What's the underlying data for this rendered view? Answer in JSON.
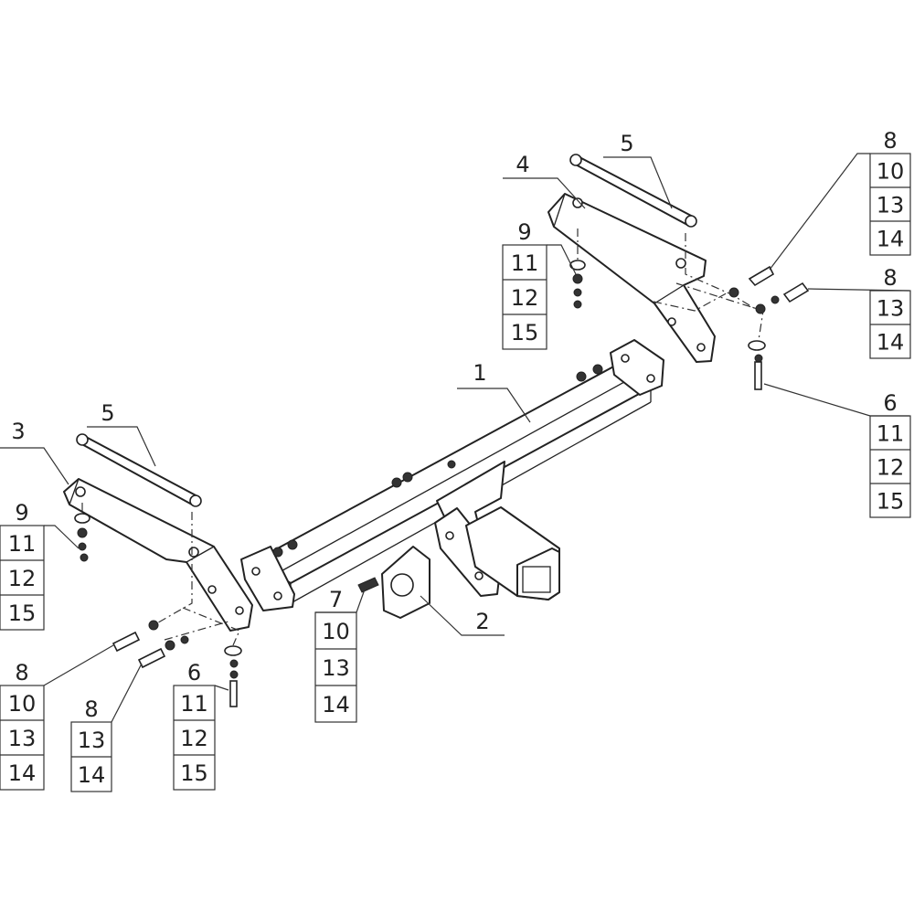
{
  "title_labels": {
    "part_1": "1",
    "part_2": "2",
    "part_3": "3",
    "part_4": "4",
    "part_5_right": "5",
    "part_5_left": "5"
  },
  "callout_stacks": {
    "top_right_bolt": [
      "8",
      "10",
      "13",
      "14"
    ],
    "right_bolt": [
      "8",
      "13",
      "14"
    ],
    "right_vertical_bolt": [
      "6",
      "11",
      "12",
      "15"
    ],
    "top_middle_nut": [
      "9",
      "11",
      "12",
      "15"
    ],
    "left_nut": [
      "9",
      "11",
      "12",
      "15"
    ],
    "socket_bolt": [
      "7",
      "10",
      "13",
      "14"
    ],
    "left_bolt_a": [
      "8",
      "10",
      "13",
      "14"
    ],
    "left_bolt_b": [
      "8",
      "13",
      "14"
    ],
    "left_vertical_bolt": [
      "6",
      "11",
      "12",
      "15"
    ]
  }
}
